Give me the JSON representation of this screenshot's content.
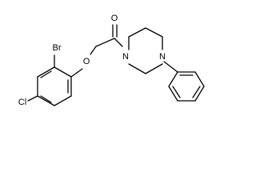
{
  "molecule": {
    "atoms": {
      "bromine": "Br",
      "chlorine": "Cl",
      "ether_oxygen": "O",
      "carbonyl_oxygen": "O",
      "piperazine_n1": "N",
      "piperazine_n4": "N"
    },
    "colors": {
      "bond": "#000000",
      "label": "#000000",
      "background": "#ffffff"
    }
  }
}
